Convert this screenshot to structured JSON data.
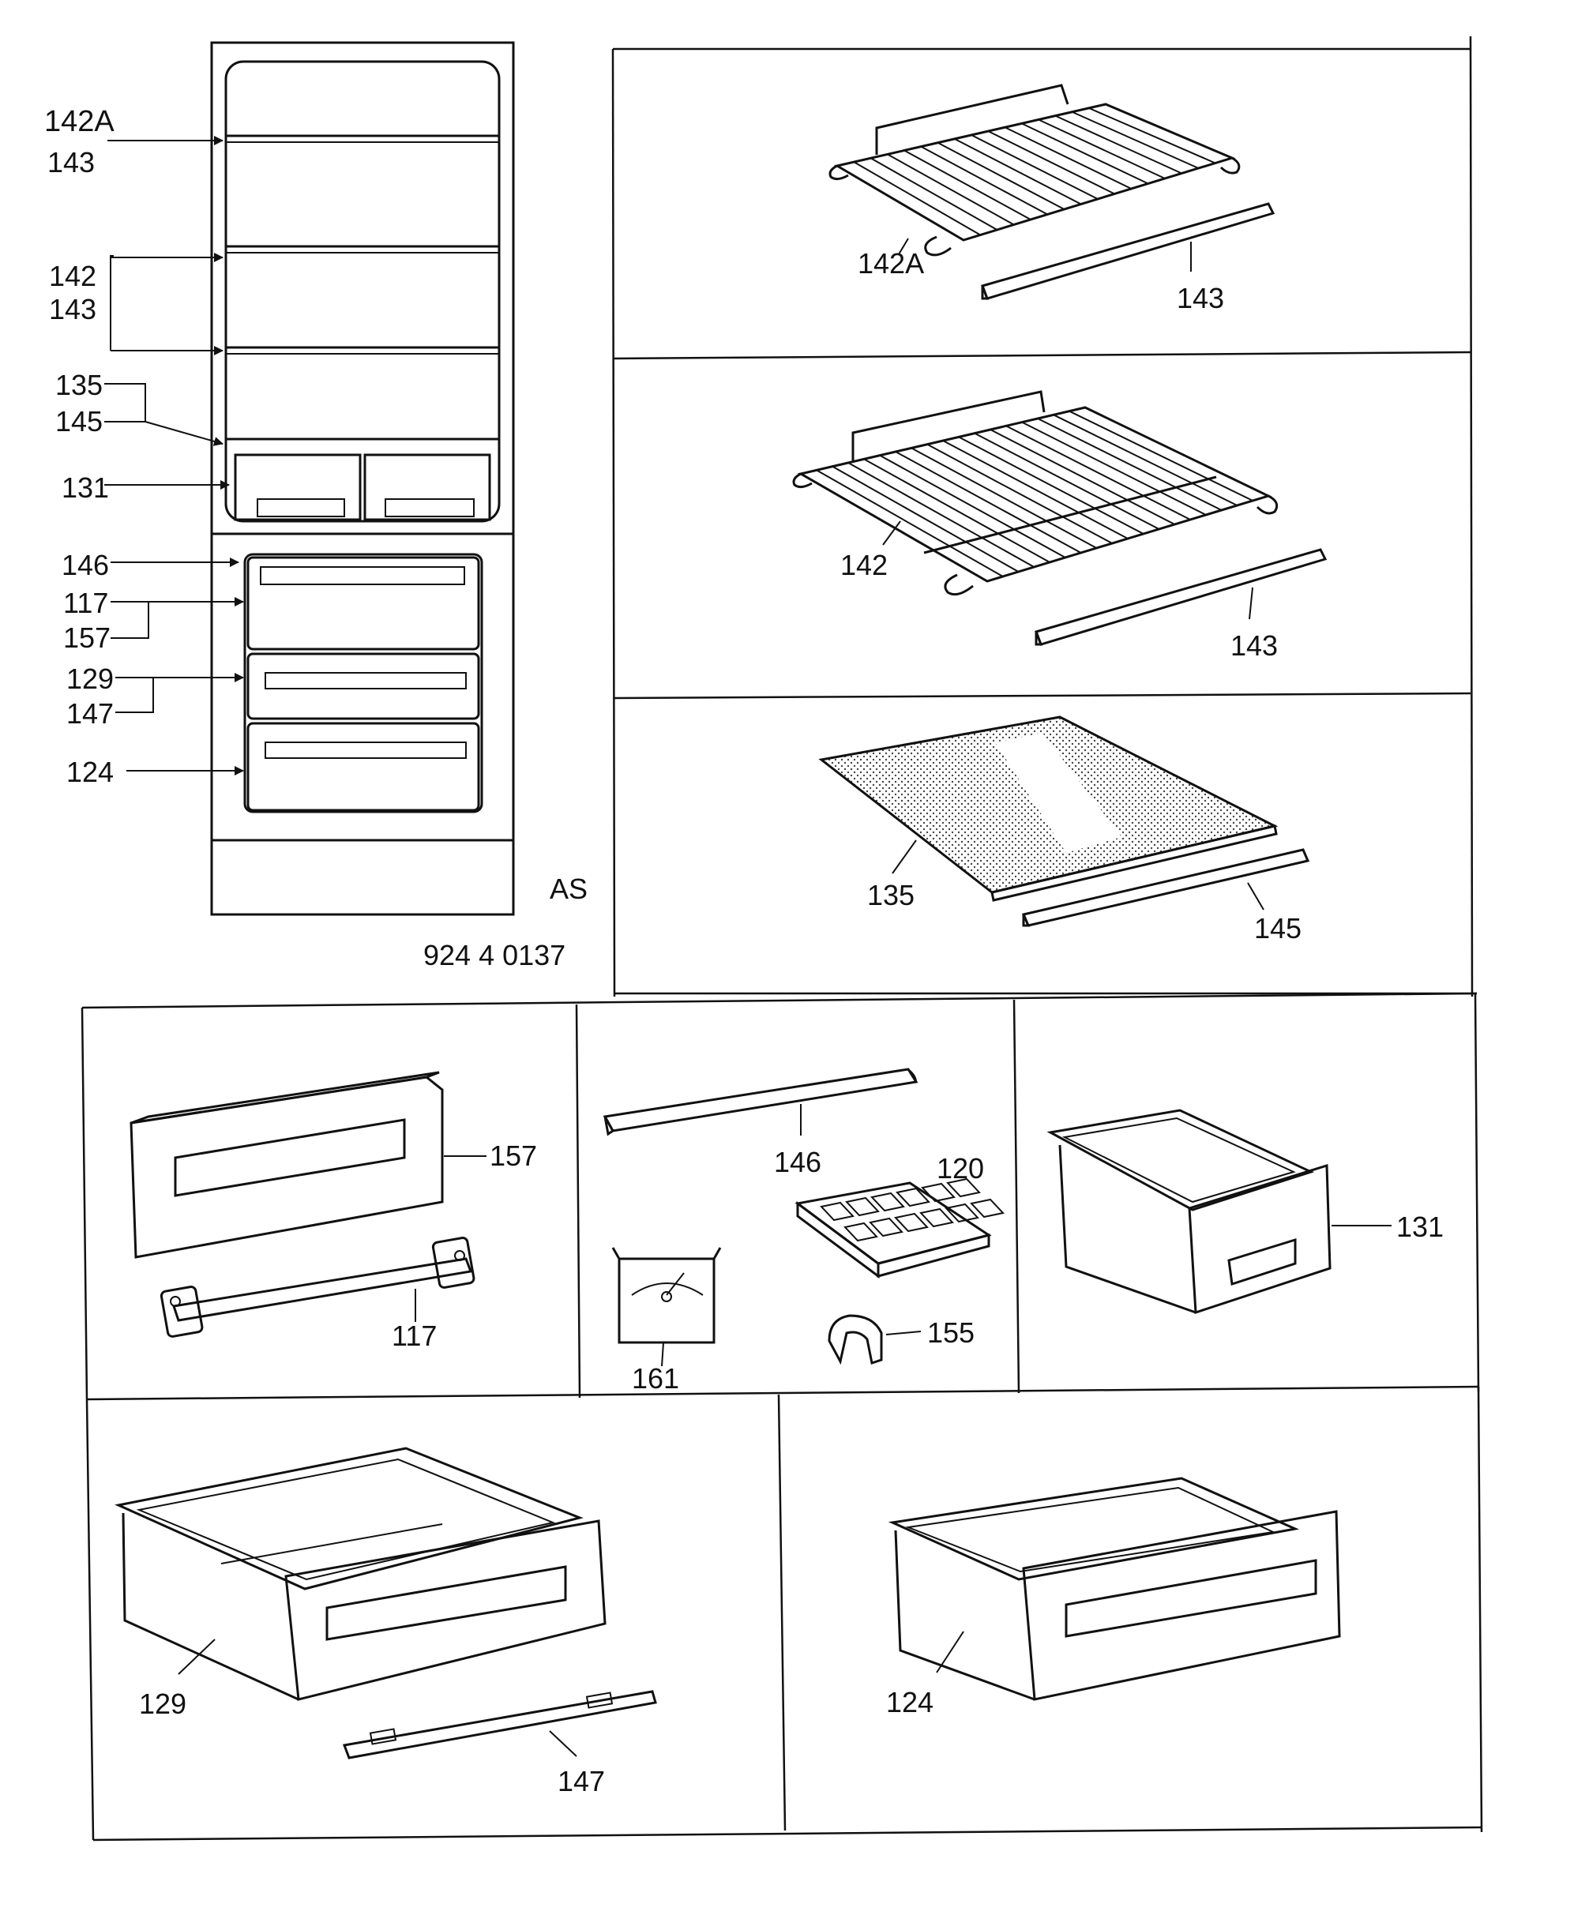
{
  "overview": {
    "labels": {
      "l142A": "142A",
      "l143a": "143",
      "l142": "142",
      "l143b": "143",
      "l135": "135",
      "l145": "145",
      "l131": "131",
      "l146": "146",
      "l117": "117",
      "l157": "157",
      "l129": "129",
      "l147": "147",
      "l124": "124"
    },
    "code": "AS",
    "doc_number": "924 4 0137"
  },
  "panels": {
    "shelf_142A": {
      "part": "142A",
      "strip": "143"
    },
    "shelf_142": {
      "part": "142",
      "strip": "143"
    },
    "glass_135": {
      "part": "135",
      "strip": "145"
    },
    "flap_157": {
      "front": "157",
      "hinge": "117"
    },
    "accessories": {
      "strip": "146",
      "ice_tray": "120",
      "thermostat": "161",
      "clip": "155"
    },
    "tray_131": {
      "part": "131"
    },
    "drawer_129": {
      "part": "129",
      "handle": "147"
    },
    "drawer_124": {
      "part": "124"
    }
  }
}
